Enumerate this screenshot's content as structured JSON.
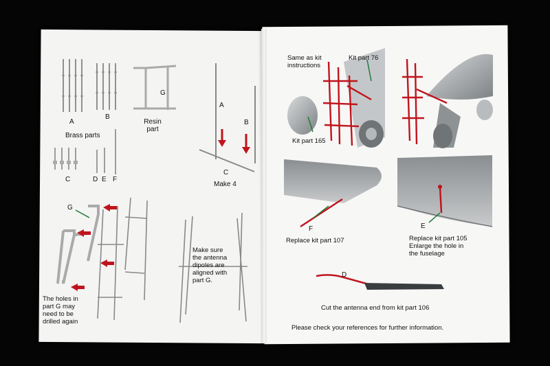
{
  "left_page": {
    "label_A": "A",
    "label_B": "B",
    "label_G": "G",
    "brass_parts": "Brass parts",
    "resin_part": "Resin\npart",
    "label_C": "C",
    "label_D": "D",
    "label_E": "E",
    "label_F": "F",
    "assy_A": "A",
    "assy_B": "B",
    "assy_C": "C",
    "make_4": "Make 4",
    "g_callout": "G",
    "holes_note": "The holes in\npart G may\nneed to be\ndrilled again",
    "align_note": "Make sure\nthe antenna\ndipoles are\naligned with\npart G."
  },
  "right_page": {
    "same_as_kit": "Same as kit\ninstructions",
    "kit_part_76": "Kit part 76",
    "kit_part_165": "Kit part 165",
    "wing_label_F": "F",
    "replace_107": "Replace kit part 107",
    "fuselage_label_E": "E",
    "replace_105": "Replace kit part 105\nEnlarge the hole in\nthe fuselage",
    "label_D": "D",
    "cut_antenna": "Cut the antenna end from kit part 106",
    "references": "Please check your references for further information."
  },
  "colors": {
    "background": "#050505",
    "paper": "#f4f4f3",
    "accent_red": "#c0141c",
    "callout_green": "#1f7a3a",
    "resin_grey": "#cfcfcf",
    "plane_grey": "#9a9fa2"
  }
}
